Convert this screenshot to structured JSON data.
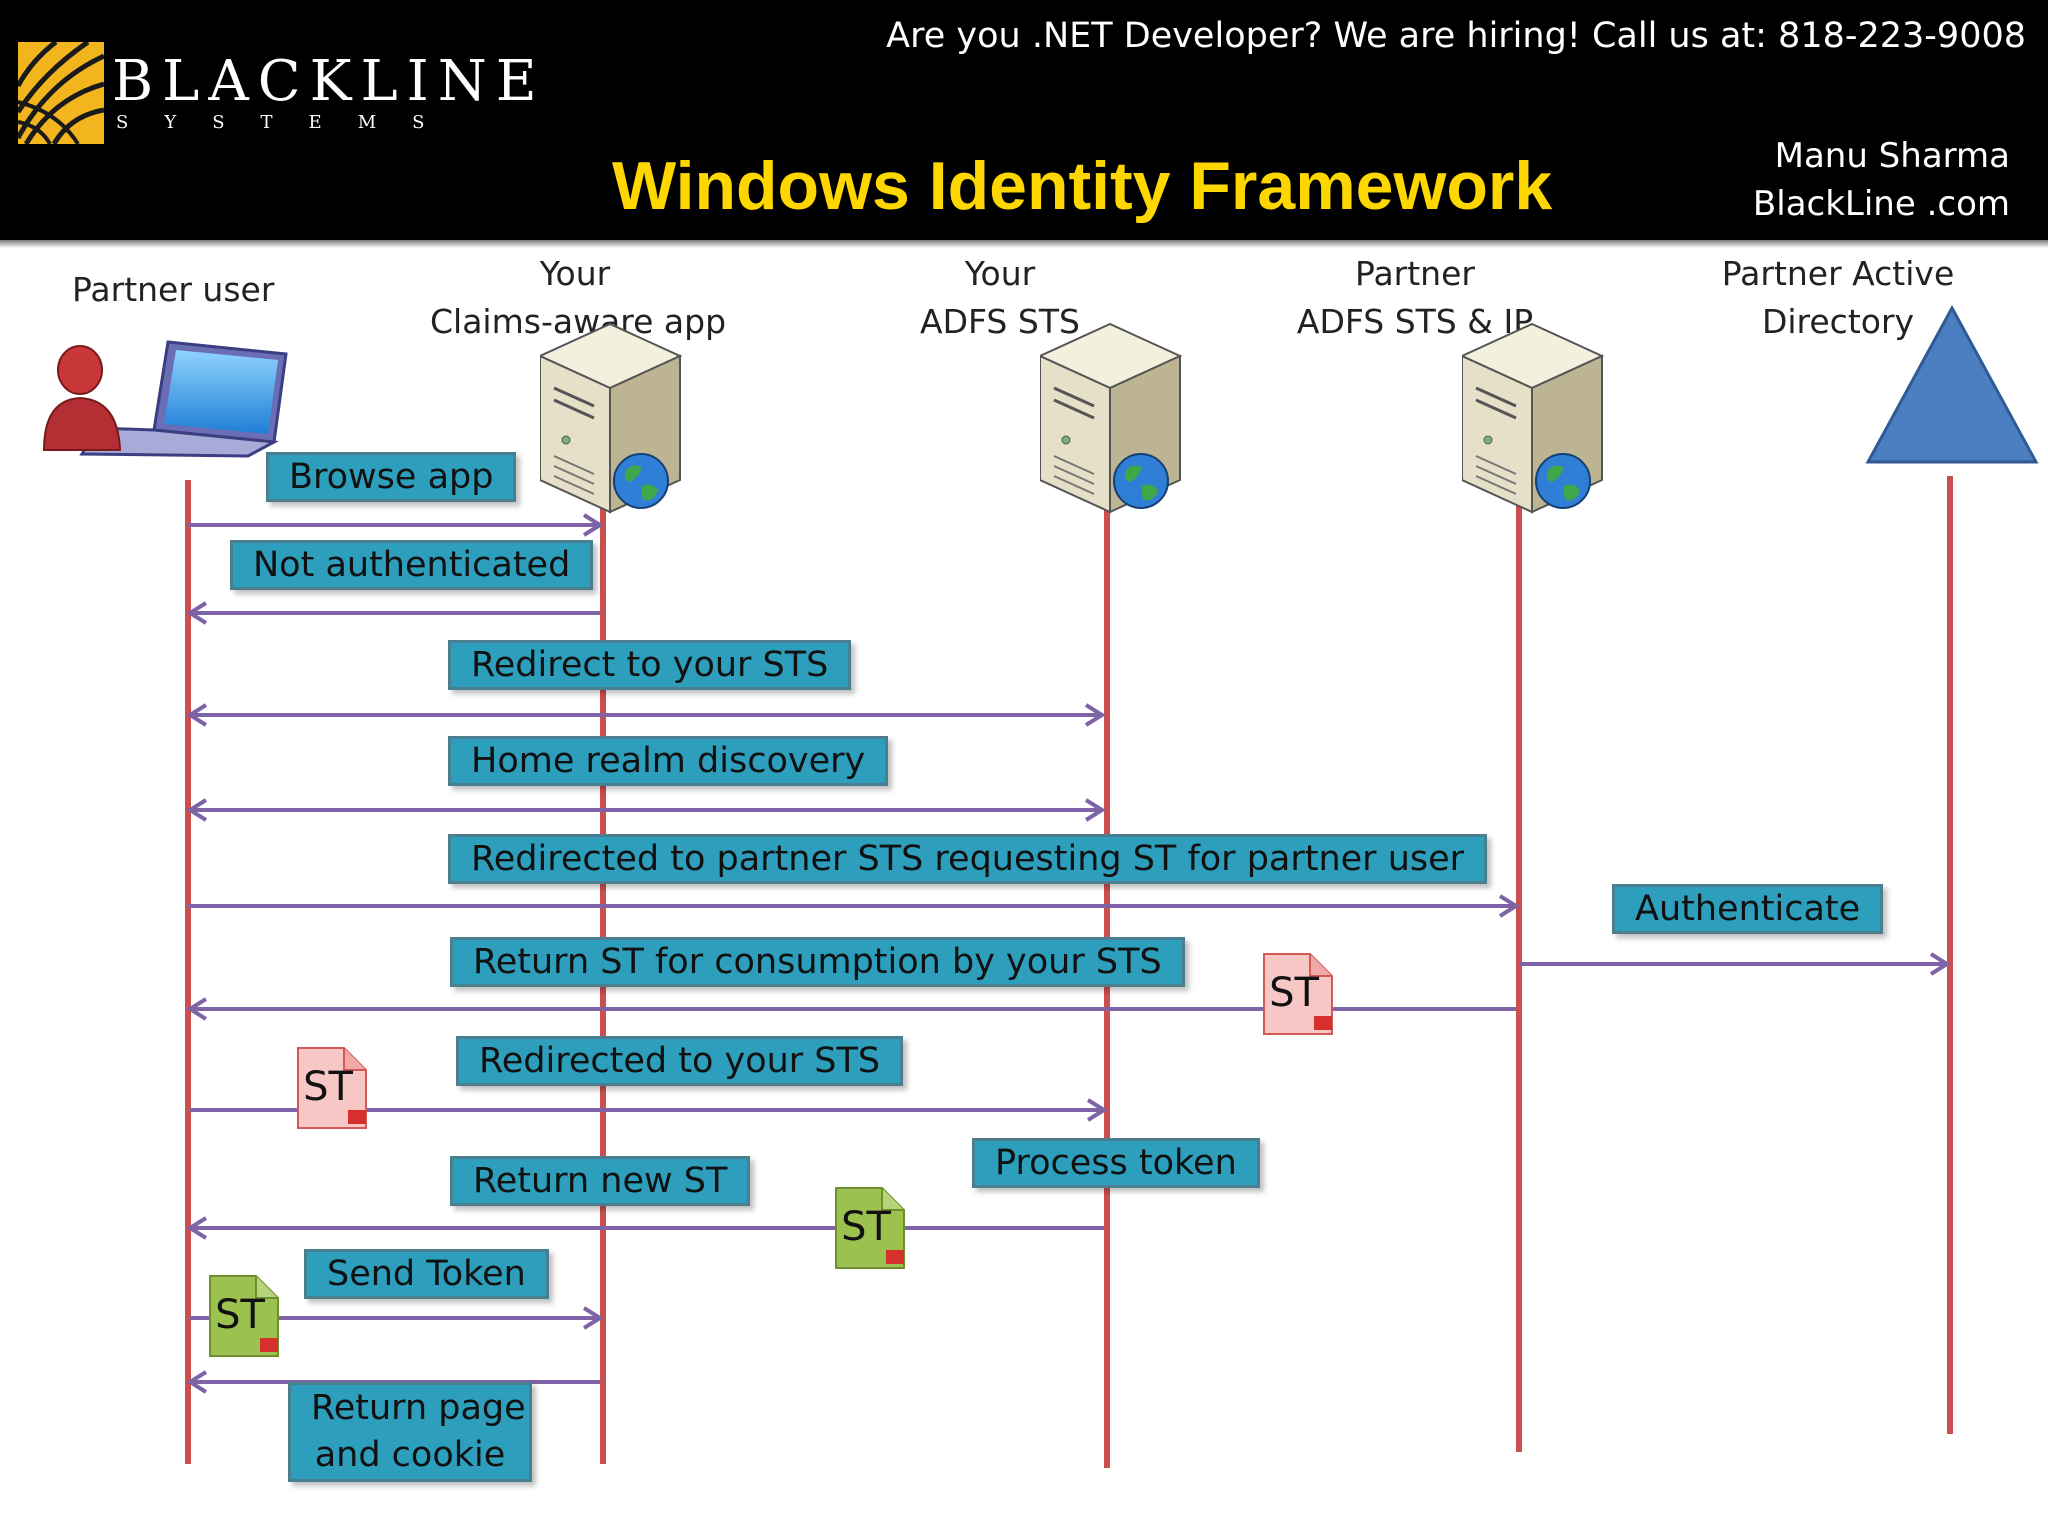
{
  "header": {
    "logo_word": "BLACKLINE",
    "logo_sub": "SYSTEMS",
    "hiring": "Are you .NET Developer?  We are hiring!   Call us at:  818-223-9008",
    "title": "Windows Identity Framework",
    "author_name": "Manu Sharma",
    "author_site": "BlackLine .com",
    "title_color": "#ffd700"
  },
  "actors": [
    {
      "label_1": "Partner user",
      "label_2": "",
      "icon": "user-laptop-icon"
    },
    {
      "label_1": "Your",
      "label_2": "Claims-aware app",
      "icon": "web-server-icon"
    },
    {
      "label_1": "Your",
      "label_2": "ADFS STS",
      "icon": "web-server-icon"
    },
    {
      "label_1": "Partner",
      "label_2": "ADFS STS & IP",
      "icon": "web-server-icon"
    },
    {
      "label_1": "Partner Active",
      "label_2": "Directory",
      "icon": "directory-triangle-icon"
    }
  ],
  "messages": [
    {
      "label": "Browse app",
      "from": "Partner user",
      "to": "Your Claims-aware app"
    },
    {
      "label": "Not authenticated",
      "from": "Your Claims-aware app",
      "to": "Partner user"
    },
    {
      "label": "Redirect to your STS",
      "from": "Partner user",
      "to": "Your ADFS STS",
      "bidirectional": true
    },
    {
      "label": "Home realm discovery",
      "from": "Partner user",
      "to": "Your ADFS STS",
      "bidirectional": true
    },
    {
      "label": "Redirected to partner STS requesting ST for partner user",
      "from": "Partner user",
      "to": "Partner ADFS STS & IP"
    },
    {
      "label": "Authenticate",
      "from": "Partner ADFS STS & IP",
      "to": "Partner Active Directory"
    },
    {
      "label": "Return ST for consumption by your STS",
      "from": "Partner ADFS STS & IP",
      "to": "Partner user",
      "token": "ST"
    },
    {
      "label": "Redirected to your STS",
      "from": "Partner user",
      "to": "Your ADFS STS",
      "token": "ST"
    },
    {
      "label": "Process token",
      "note_on": "Your ADFS STS"
    },
    {
      "label": "Return new ST",
      "from": "Your ADFS STS",
      "to": "Partner user",
      "token": "ST"
    },
    {
      "label": "Send Token",
      "from": "Partner user",
      "to": "Your Claims-aware app",
      "token": "ST"
    },
    {
      "label_1": "Return page",
      "label_2": "and cookie",
      "from": "Your Claims-aware app",
      "to": "Partner user"
    }
  ],
  "token_label": "ST",
  "colors": {
    "lifeline": "#c9504f",
    "arrow": "#7f63a7",
    "message_box": "#2d9fbd",
    "token_pink": "#f7c7c5",
    "token_green": "#9bc14f",
    "directory": "#4c7fc2"
  }
}
